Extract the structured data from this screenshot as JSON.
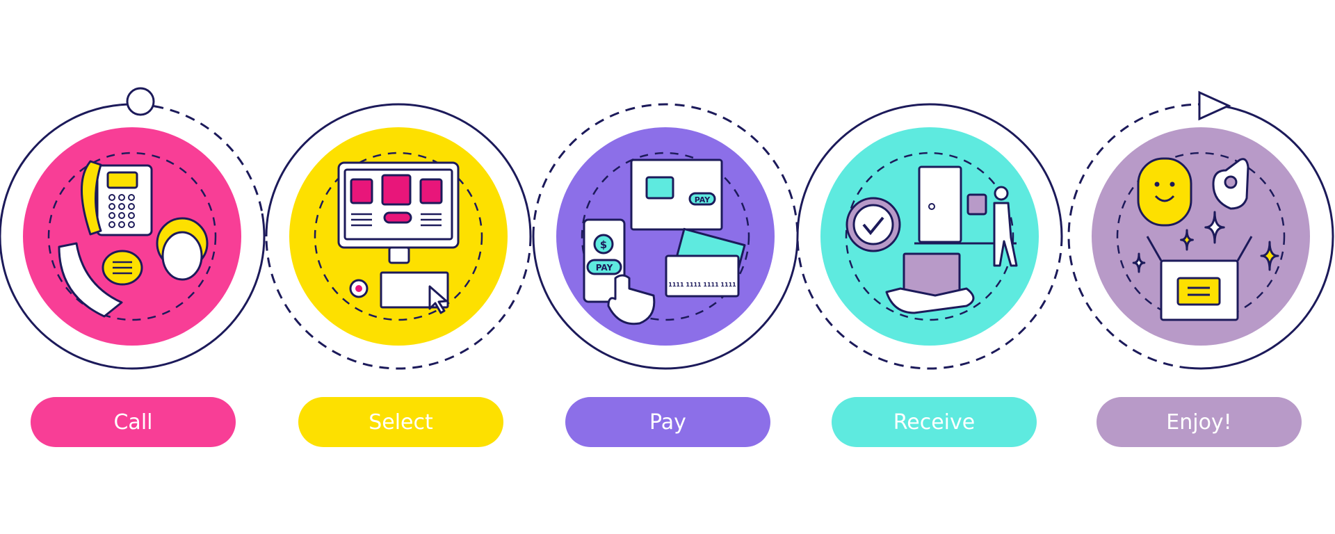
{
  "steps": [
    {
      "label": "Call",
      "color": "#f83e96",
      "icon": "phone-operator-icon"
    },
    {
      "label": "Select",
      "color": "#fde000",
      "icon": "computer-shop-icon"
    },
    {
      "label": "Pay",
      "color": "#8c6fe8",
      "icon": "card-payment-icon"
    },
    {
      "label": "Receive",
      "color": "#5eeadf",
      "icon": "delivery-icon"
    },
    {
      "label": "Enjoy!",
      "color": "#b89ac8",
      "icon": "gift-box-smile-icon"
    }
  ],
  "icon_texts": {
    "pay_button": "PAY",
    "dollar": "$",
    "card_number": "1111 1111 1111 1111"
  },
  "outline_color": "#1c1a5a"
}
